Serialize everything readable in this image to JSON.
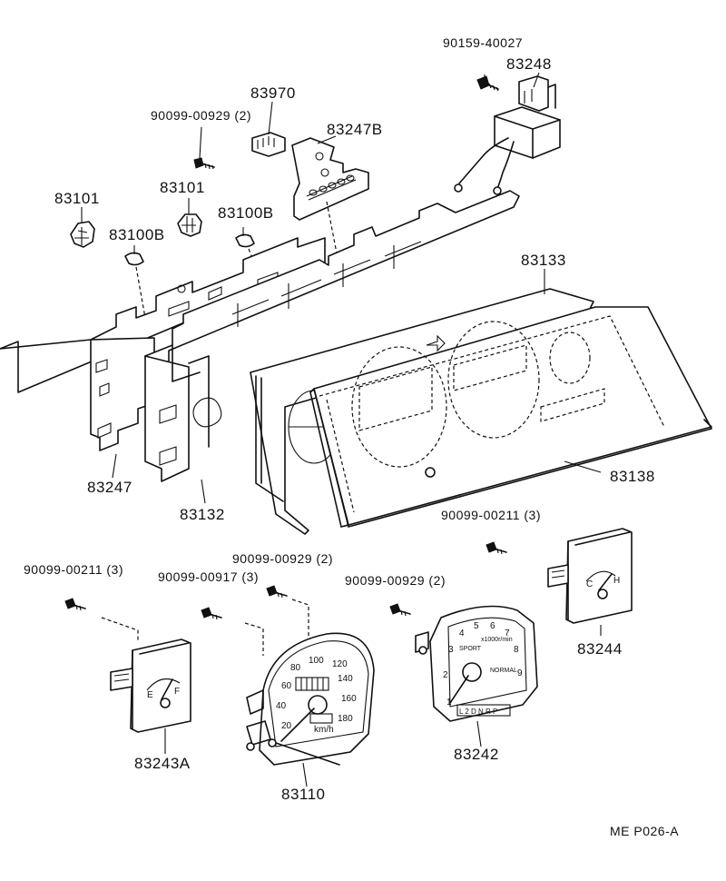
{
  "parts": {
    "p90159_40027": "90159-40027",
    "p83248": "83248",
    "p83970": "83970",
    "p90099_00929_top": "90099-00929 (2)",
    "p83247B": "83247B",
    "p83101_left": "83101",
    "p83101_right": "83101",
    "p83100B_left": "83100B",
    "p83100B_right": "83100B",
    "p83133": "83133",
    "p83247": "83247",
    "p83132": "83132",
    "p83138": "83138",
    "p90099_00211_right": "90099-00211 (3)",
    "p90099_00211_left": "90099-00211 (3)",
    "p90099_00917": "90099-00917 (3)",
    "p90099_00929_mid": "90099-00929 (2)",
    "p90099_00929_right": "90099-00929 (2)",
    "p83244": "83244",
    "p83243A": "83243A",
    "p83110": "83110",
    "p83242": "83242"
  },
  "gauges": {
    "speedo_ticks": [
      "20",
      "40",
      "60",
      "80",
      "100",
      "120",
      "140",
      "160",
      "180"
    ],
    "speedo_unit": "km/h",
    "tacho_ticks": [
      "1",
      "2",
      "3",
      "4",
      "5",
      "6",
      "7",
      "8",
      "9"
    ],
    "tacho_sub_1": "SPORT",
    "tacho_sub_2": "x1000r/min",
    "tacho_sub_3": "NORMAL",
    "tacho_shift": "L 2 D N R P",
    "fuel_e": "E",
    "fuel_f": "F",
    "temp_c": "C",
    "temp_h": "H"
  },
  "footer": {
    "code": "ME P026-A"
  }
}
